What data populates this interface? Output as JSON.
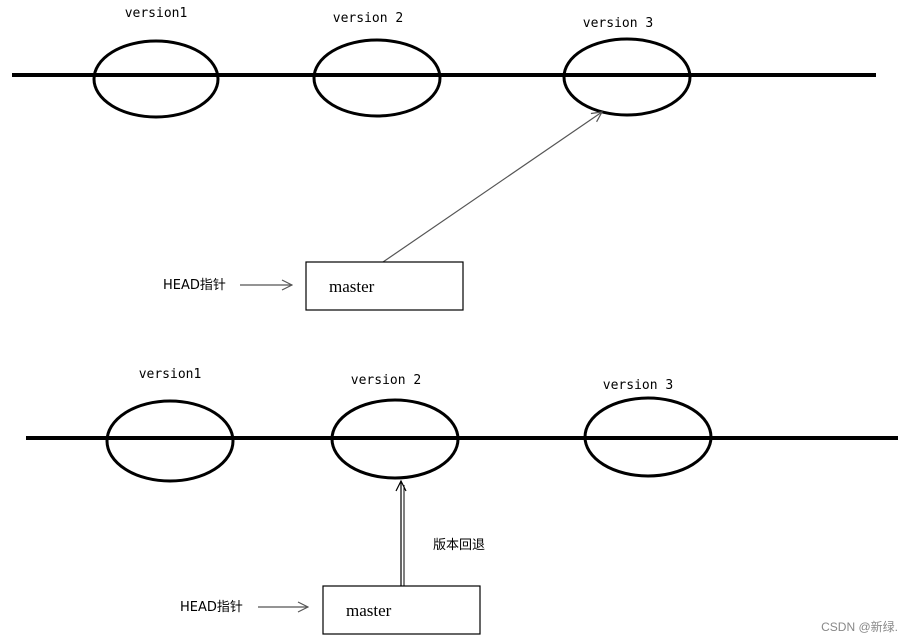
{
  "colors": {
    "stroke": "#000000",
    "pointer_arrow": "#555555",
    "watermark": "#888888",
    "background": "#ffffff"
  },
  "top_diagram": {
    "versions": [
      "version1",
      "version 2",
      "version 3"
    ],
    "head_label": "HEAD指针",
    "branch_label": "master"
  },
  "bottom_diagram": {
    "versions": [
      "version1",
      "version 2",
      "version 3"
    ],
    "head_label": "HEAD指针",
    "branch_label": "master",
    "annotation": "版本回退"
  },
  "watermark": "CSDN @新绿."
}
